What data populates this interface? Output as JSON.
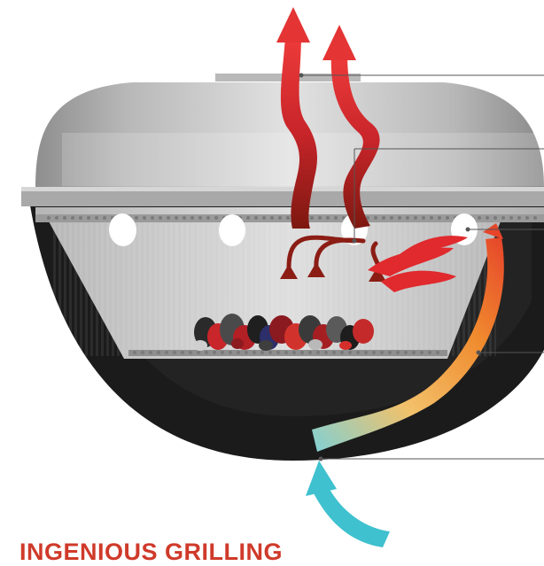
{
  "title": "INGENIOUS GRILLING",
  "colors": {
    "title": "#cf3a2a",
    "hot_air": "#d9282b",
    "hot_air_dark": "#8b1d14",
    "warming_air_start": "#f0a13a",
    "warming_air_end": "#e8582a",
    "cool_air": "#3fc1cf",
    "bowl": "#1b1b1b",
    "lid": "#c9c9c9",
    "firebox": "#c6c6c6",
    "callout_line": "#555555"
  },
  "diagram": {
    "components": [
      "lid",
      "lid-handle",
      "grill-rack",
      "firebox",
      "air-holes",
      "charcoal",
      "charcoal-grate",
      "outer-bowl"
    ],
    "airflow": [
      "cool-air-intake",
      "warming-air-channel",
      "air-hole-inflow",
      "rising-heat",
      "exhaust"
    ],
    "callouts": [
      "lid-handle",
      "lid-dome",
      "air-hole",
      "side-channel",
      "bowl-base"
    ]
  }
}
